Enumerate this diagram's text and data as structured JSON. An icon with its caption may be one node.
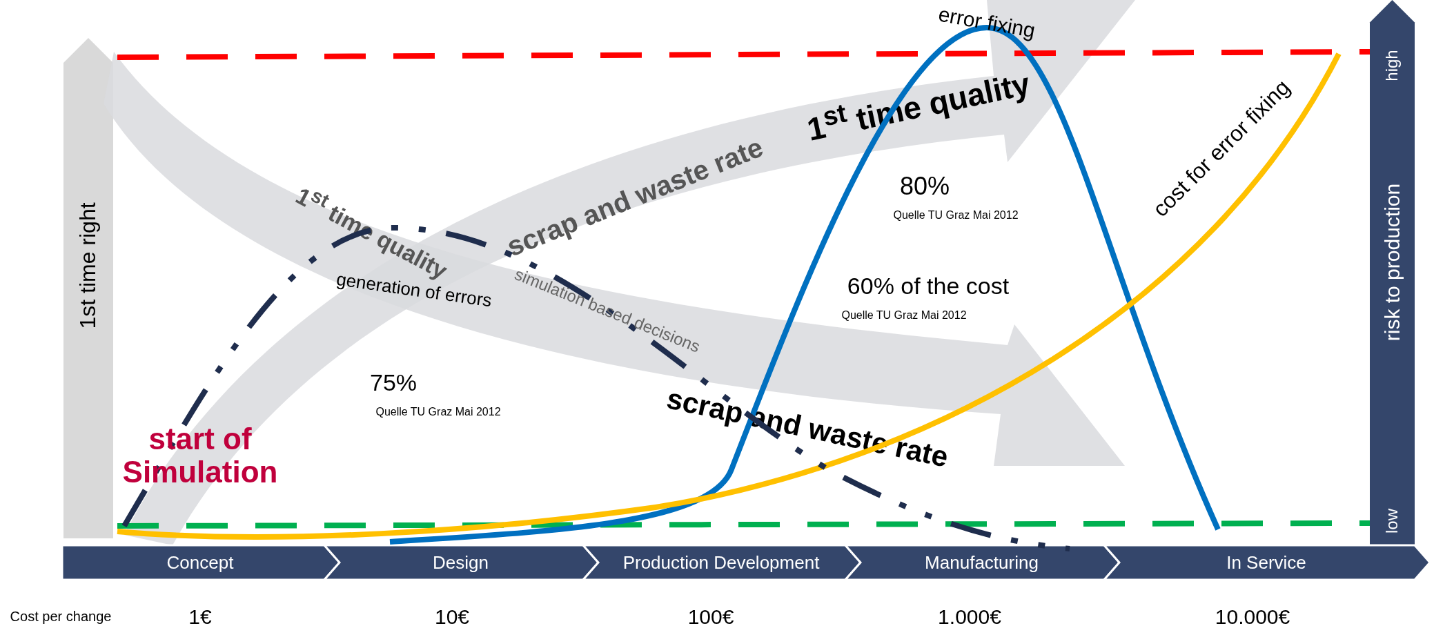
{
  "diagram": {
    "nodes": [
      {
        "text": [
          "1st time right"
        ]
      },
      {
        "text": [
          "high",
          "risk to production",
          "low"
        ]
      },
      {
        "text": [
          "1$^{st}$ time quality",
          "scrap and waste rate"
        ]
      },
      {
        "text": [
          "scrap and waste rate",
          "1$^{st}$ time quality"
        ]
      },
      {
        "text": [
          "Concept"
        ]
      },
      {
        "text": [
          "Design"
        ]
      },
      {
        "text": [
          "Production Development"
        ]
      },
      {
        "text": [
          "Manufacturing"
        ]
      },
      {
        "text": [
          "In Service"
        ]
      }
    ],
    "labels": [
      "error fixing",
      "80%",
      "Quelle TU Graz Mai 2012",
      "60% of the cost",
      "Quelle TU Graz Mai 2012",
      "75%",
      "Quelle TU Graz Mai 2012",
      "cost for error fixing",
      "generation of errors",
      "simulation based decisions",
      "start of Simulation",
      "Cost per change",
      "1€",
      "10€",
      "100€",
      "1.000€",
      "10.000€"
    ]
  }
}
